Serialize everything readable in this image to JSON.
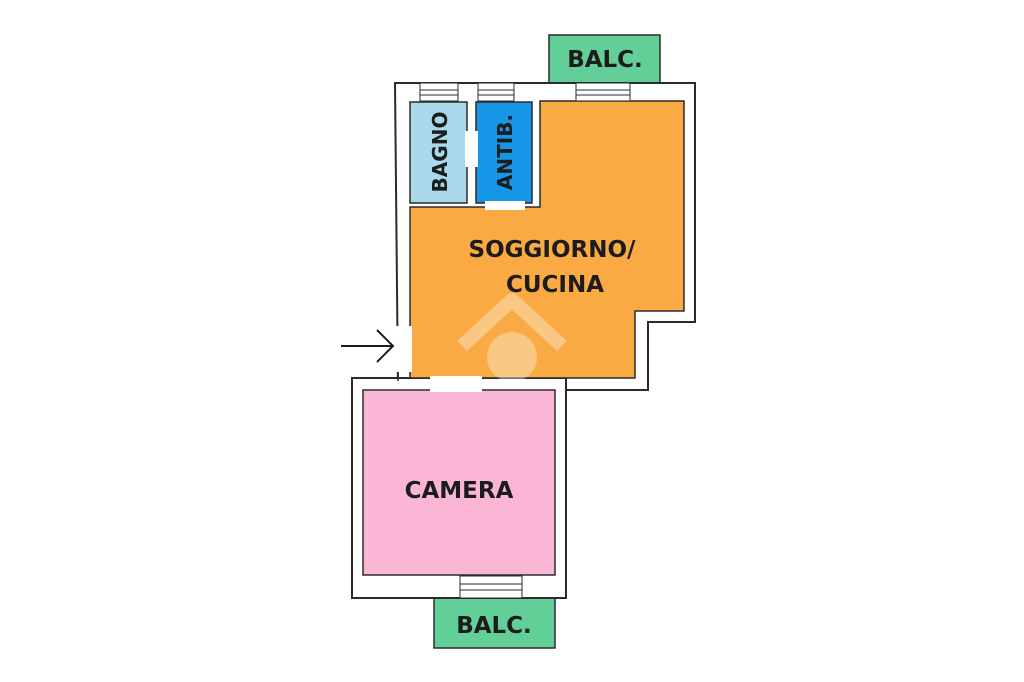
{
  "rooms": {
    "soggiorno": {
      "line1": "SOGGIORNO/",
      "line2": "CUCINA",
      "color": "#F9AA43"
    },
    "camera": {
      "label": "CAMERA",
      "color": "#FBB6D6"
    },
    "bagno": {
      "label": "BAGNO",
      "color": "#A9DAEB"
    },
    "antib": {
      "label": "ANTIB.",
      "color": "#1596E6"
    },
    "balcone_top": {
      "label": "BALC.",
      "color": "#63CF98"
    },
    "balcone_bottom": {
      "label": "BALC.",
      "color": "#63CF98"
    }
  },
  "colors": {
    "wall": "#2b2b2b",
    "floor_bg": "#ffffff"
  },
  "icons": {
    "entrance": "entrance-arrow-icon",
    "watermark": "house-watermark-icon"
  }
}
